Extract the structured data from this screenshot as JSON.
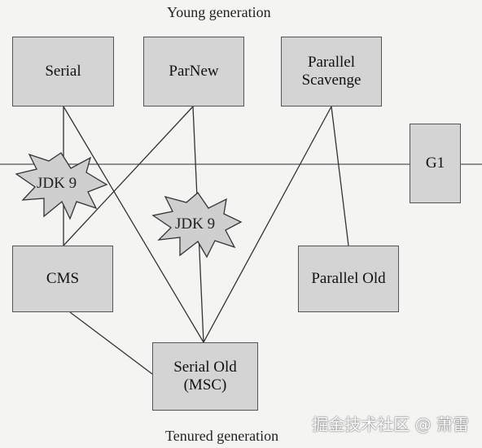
{
  "labels": {
    "top": "Young generation",
    "bottom": "Tenured generation"
  },
  "collectors": {
    "serial": "Serial",
    "parnew": "ParNew",
    "parallel_scavenge": "Parallel\nScavenge",
    "g1": "G1",
    "cms": "CMS",
    "parallel_old": "Parallel Old",
    "serial_old": "Serial Old\n(MSC)"
  },
  "badges": {
    "left": "JDK 9",
    "center": "JDK 9"
  },
  "watermark": "掘金技术社区 @ 萧雷",
  "colors": {
    "box_fill": "#d4d4d4",
    "line": "#333333",
    "background": "#f4f4f2"
  }
}
